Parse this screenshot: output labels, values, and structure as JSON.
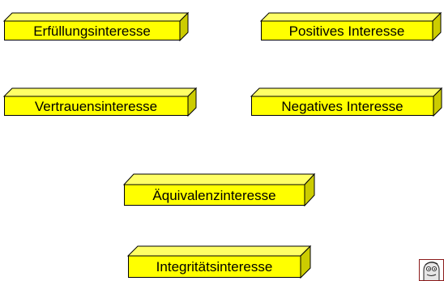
{
  "colors": {
    "front": "#FFFF00",
    "top": "#FFFF66",
    "side": "#CCCC00",
    "border": "#000000"
  },
  "boxes": [
    {
      "id": "erfuellungsinteresse",
      "label": "Erfüllungsinteresse"
    },
    {
      "id": "positives-interesse",
      "label": "Positives Interesse"
    },
    {
      "id": "vertrauensinteresse",
      "label": "Vertrauensinteresse"
    },
    {
      "id": "negatives-interesse",
      "label": "Negatives Interesse"
    },
    {
      "id": "aequivalenzinteresse",
      "label": "Äquivalenzinteresse"
    },
    {
      "id": "integritaetsinteresse",
      "label": "Integritätsinteresse"
    }
  ],
  "corner_icon": "cartoon-figure-icon"
}
